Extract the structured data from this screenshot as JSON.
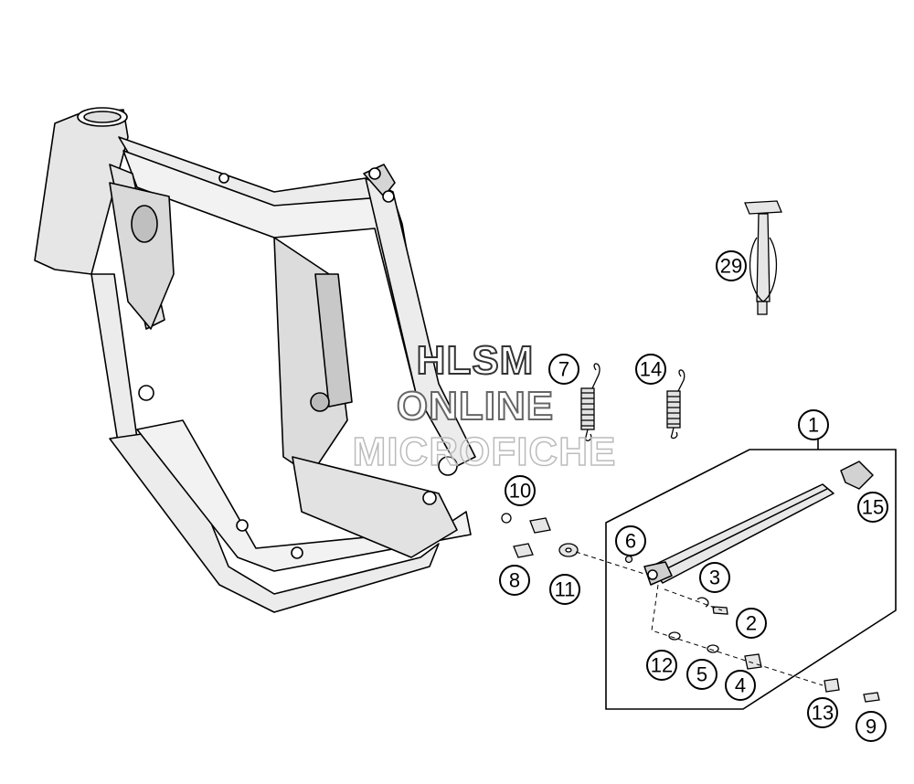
{
  "watermark": {
    "line1": "HLSM",
    "line2": "ONLINE",
    "line3": "MICROFICHE"
  },
  "callouts": [
    {
      "label": "1"
    },
    {
      "label": "2"
    },
    {
      "label": "3"
    },
    {
      "label": "4"
    },
    {
      "label": "5"
    },
    {
      "label": "6"
    },
    {
      "label": "7"
    },
    {
      "label": "8"
    },
    {
      "label": "9"
    },
    {
      "label": "10"
    },
    {
      "label": "11"
    },
    {
      "label": "12"
    },
    {
      "label": "13"
    },
    {
      "label": "14"
    },
    {
      "label": "15"
    },
    {
      "label": "29"
    }
  ],
  "colors": {
    "line": "#000000",
    "fill_light": "#e8e8e8",
    "fill_mid": "#cfcfcf"
  }
}
